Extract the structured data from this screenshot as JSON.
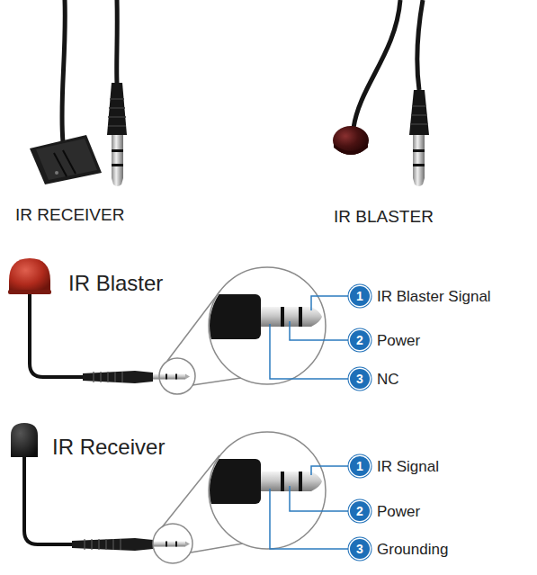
{
  "diagram": {
    "labels": [
      "IR RECEIVER",
      "IR BLASTER",
      "IR Blaster",
      "1",
      "IR Blaster Signal",
      "2",
      "Power",
      "3",
      "NC",
      "IR Receiver",
      "1",
      "IR Signal",
      "2",
      "Power",
      "3",
      "Grounding"
    ]
  }
}
